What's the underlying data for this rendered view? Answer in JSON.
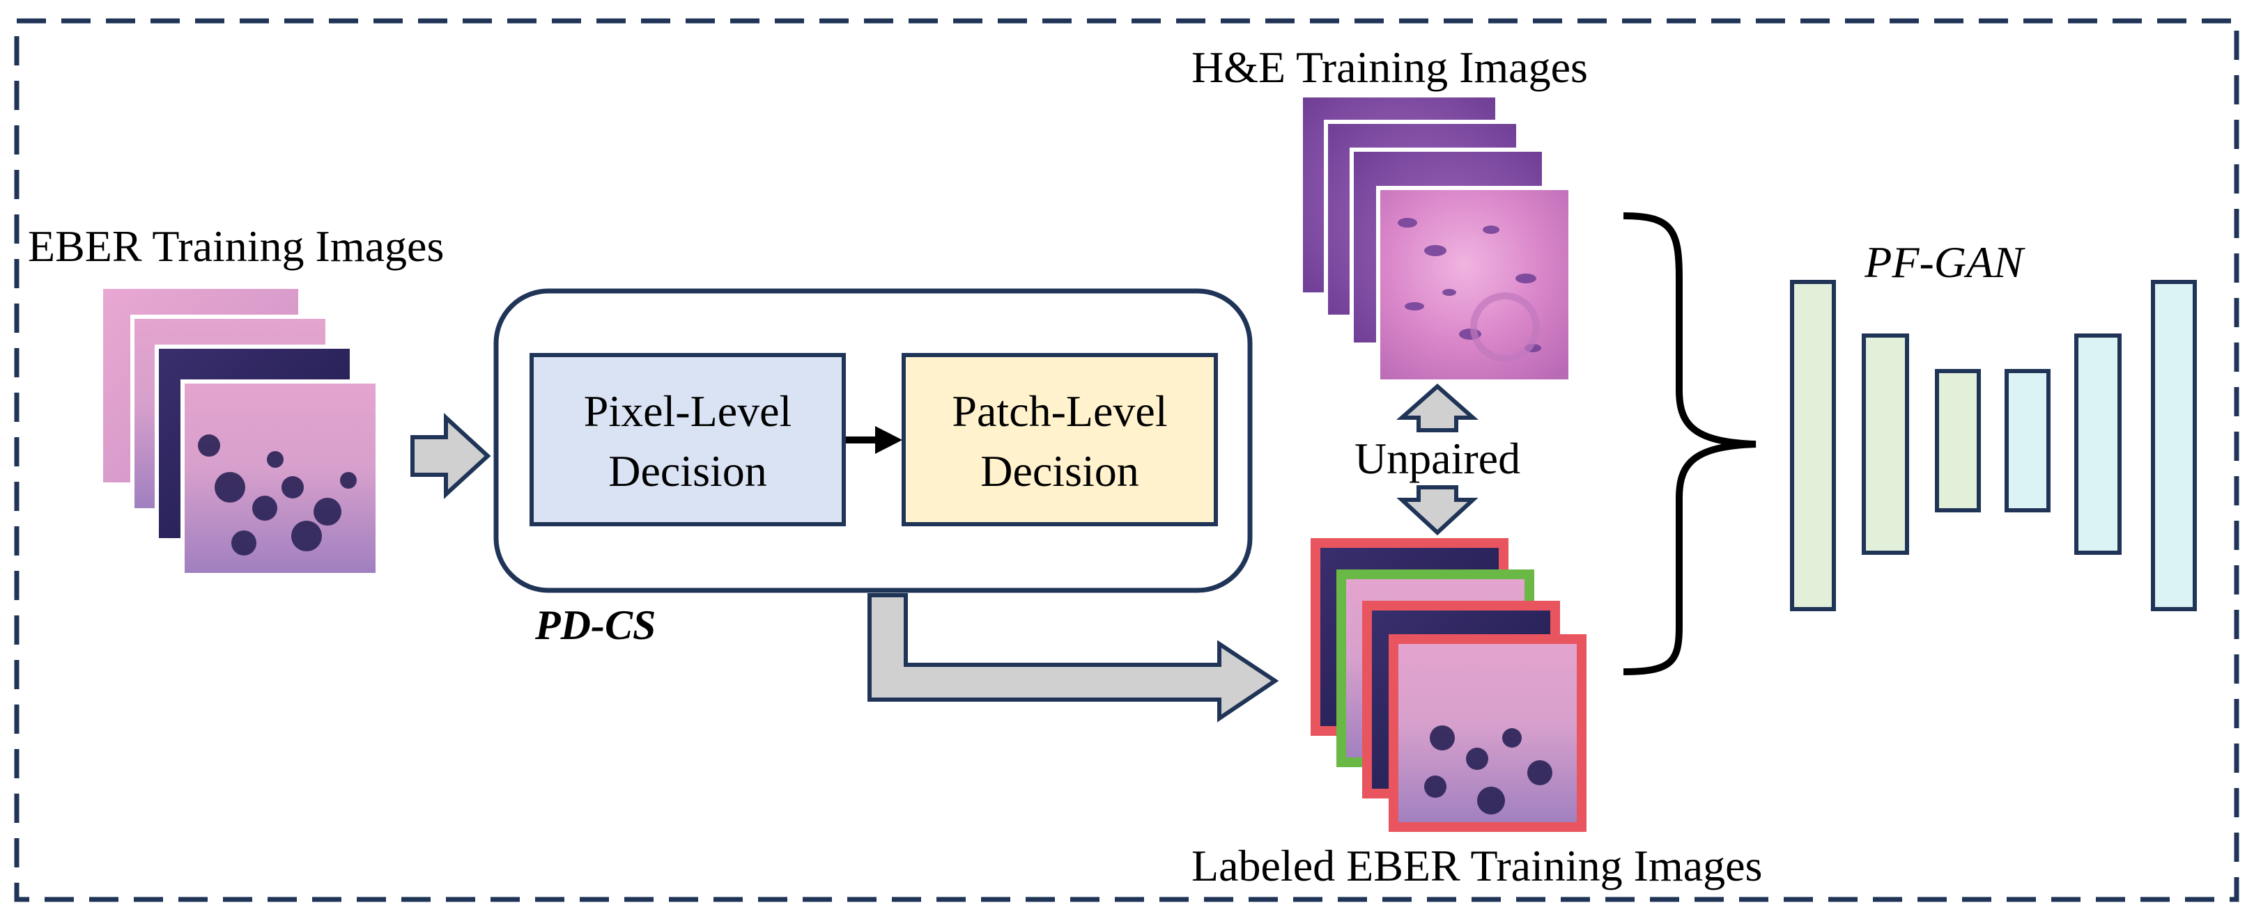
{
  "labels": {
    "eber_training": "EBER Training Images",
    "he_training": "H&E Training Images",
    "labeled_eber": "Labeled EBER Training Images",
    "pixel_level_line1": "Pixel-Level",
    "pixel_level_line2": "Decision",
    "patch_level_line1": "Patch-Level",
    "patch_level_line2": "Decision",
    "pd_cs": "PD-CS",
    "pf_gan": "PF-GAN",
    "unpaired": "Unpaired"
  },
  "colors": {
    "frame": "#1f3457",
    "pixel_box": "#dae3f3",
    "patch_box": "#fff2cc",
    "arrow_fill": "#d0d0d0",
    "label_red": "#e8555e",
    "label_green": "#6ab845",
    "encoder_fill": "#e2f0d9",
    "decoder_fill": "#dbf3f4",
    "he_pink": "#e99ad6",
    "he_purple": "#8a4fa6",
    "eber_pink": "#e4a0cf",
    "eber_dark": "#262256"
  },
  "icons": {
    "arrows": [
      "right-block-arrow",
      "elbow-block-arrow",
      "double-vertical-arrow"
    ],
    "bracket": "right-curly-brace"
  }
}
